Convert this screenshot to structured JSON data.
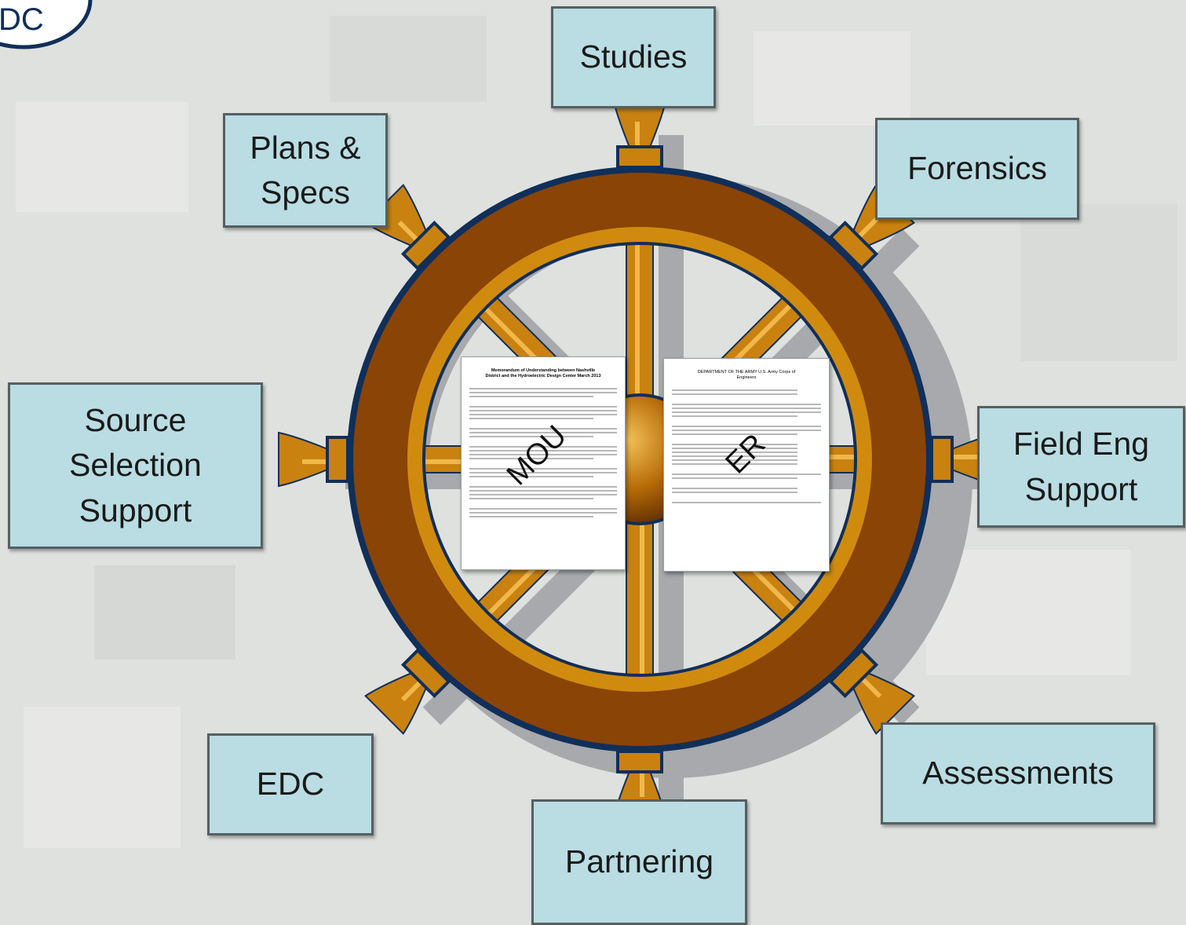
{
  "logo": {
    "text": "DC"
  },
  "wheel": {
    "colors": {
      "rim": "#8a4405",
      "rim_inner": "#d08b0f",
      "spoke": "#c9820f",
      "navy": "#102f5a",
      "hub": "#b66a06",
      "shadow": "#a7a9ad"
    }
  },
  "items": [
    {
      "label": "Studies"
    },
    {
      "label": "Plans & Specs"
    },
    {
      "label": "Forensics"
    },
    {
      "label": "Source Selection Support"
    },
    {
      "label": "Field Eng Support"
    },
    {
      "label": "EDC"
    },
    {
      "label": "Assessments"
    },
    {
      "label": "Partnering"
    }
  ],
  "documents": {
    "mou": {
      "label": "MOU",
      "heading": "Memorandum of Understanding between Nashville District and the Hydroelectric Design Center March 2013"
    },
    "er": {
      "label": "ER",
      "heading": "DEPARTMENT OF THE ARMY U.S. Army Corps of Engineers"
    }
  }
}
